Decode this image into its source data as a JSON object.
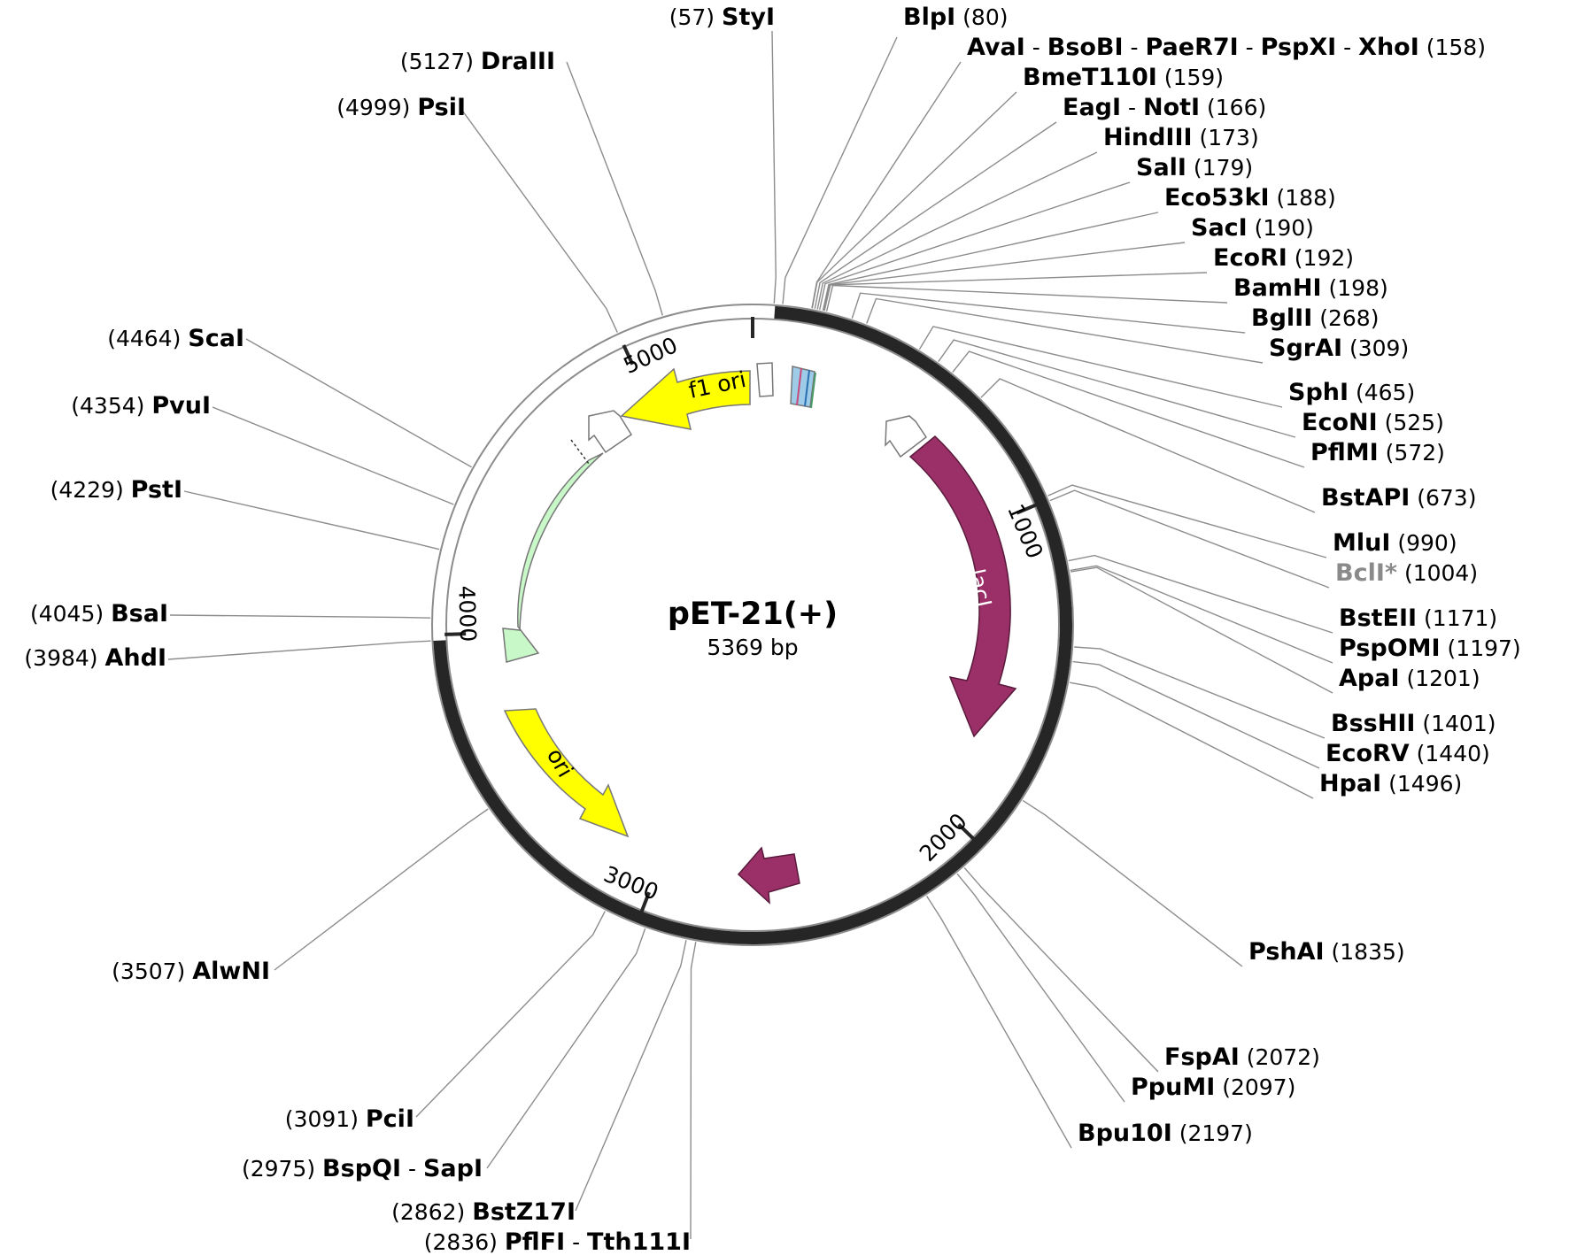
{
  "plasmid": {
    "name": "pET-21(+)",
    "size_label": "5369 bp",
    "length": 5369
  },
  "colors": {
    "backbone": "#262626",
    "lacI": "#9b2f68",
    "ori": "#ffff00",
    "ampR": "#c8f8c8",
    "leader": "#8c8c8c"
  },
  "ticks": [
    "1000",
    "2000",
    "3000",
    "4000",
    "5000"
  ],
  "features": {
    "f1_ori": "f1 ori",
    "lacI": "lacI",
    "ori": "ori"
  },
  "sites": [
    {
      "name": "StyI",
      "pos": "57"
    },
    {
      "name": "BlpI",
      "pos": "80"
    },
    {
      "name": "AvaI",
      "name2": "BsoBI",
      "name3": "PaeR7I",
      "name4": "PspXI",
      "name5": "XhoI",
      "pos": "158"
    },
    {
      "name": "BmeT110I",
      "pos": "159"
    },
    {
      "name": "EagI",
      "name2": "NotI",
      "pos": "166"
    },
    {
      "name": "HindIII",
      "pos": "173"
    },
    {
      "name": "SalI",
      "pos": "179"
    },
    {
      "name": "Eco53kI",
      "pos": "188"
    },
    {
      "name": "SacI",
      "pos": "190"
    },
    {
      "name": "EcoRI",
      "pos": "192"
    },
    {
      "name": "BamHI",
      "pos": "198"
    },
    {
      "name": "BglII",
      "pos": "268"
    },
    {
      "name": "SgrAI",
      "pos": "309"
    },
    {
      "name": "SphI",
      "pos": "465"
    },
    {
      "name": "EcoNI",
      "pos": "525"
    },
    {
      "name": "PflMI",
      "pos": "572"
    },
    {
      "name": "BstAPI",
      "pos": "673"
    },
    {
      "name": "MluI",
      "pos": "990"
    },
    {
      "name": "BclI*",
      "pos": "1004"
    },
    {
      "name": "BstEII",
      "pos": "1171"
    },
    {
      "name": "PspOMI",
      "pos": "1197"
    },
    {
      "name": "ApaI",
      "pos": "1201"
    },
    {
      "name": "BssHII",
      "pos": "1401"
    },
    {
      "name": "EcoRV",
      "pos": "1440"
    },
    {
      "name": "HpaI",
      "pos": "1496"
    },
    {
      "name": "PshAI",
      "pos": "1835"
    },
    {
      "name": "FspAI",
      "pos": "2072"
    },
    {
      "name": "PpuMI",
      "pos": "2097"
    },
    {
      "name": "Bpu10I",
      "pos": "2197"
    },
    {
      "name": "DraIII",
      "pos": "5127"
    },
    {
      "name": "PsiI",
      "pos": "4999"
    },
    {
      "name": "ScaI",
      "pos": "4464"
    },
    {
      "name": "PvuI",
      "pos": "4354"
    },
    {
      "name": "PstI",
      "pos": "4229"
    },
    {
      "name": "BsaI",
      "pos": "4045"
    },
    {
      "name": "AhdI",
      "pos": "3984"
    },
    {
      "name": "AlwNI",
      "pos": "3507"
    },
    {
      "name": "PciI",
      "pos": "3091"
    },
    {
      "name": "BspQI",
      "name2": "SapI",
      "pos": "2975"
    },
    {
      "name": "BstZ17I",
      "pos": "2862"
    },
    {
      "name": "PflFI",
      "name2": "Tth111I",
      "pos": "2836"
    }
  ]
}
